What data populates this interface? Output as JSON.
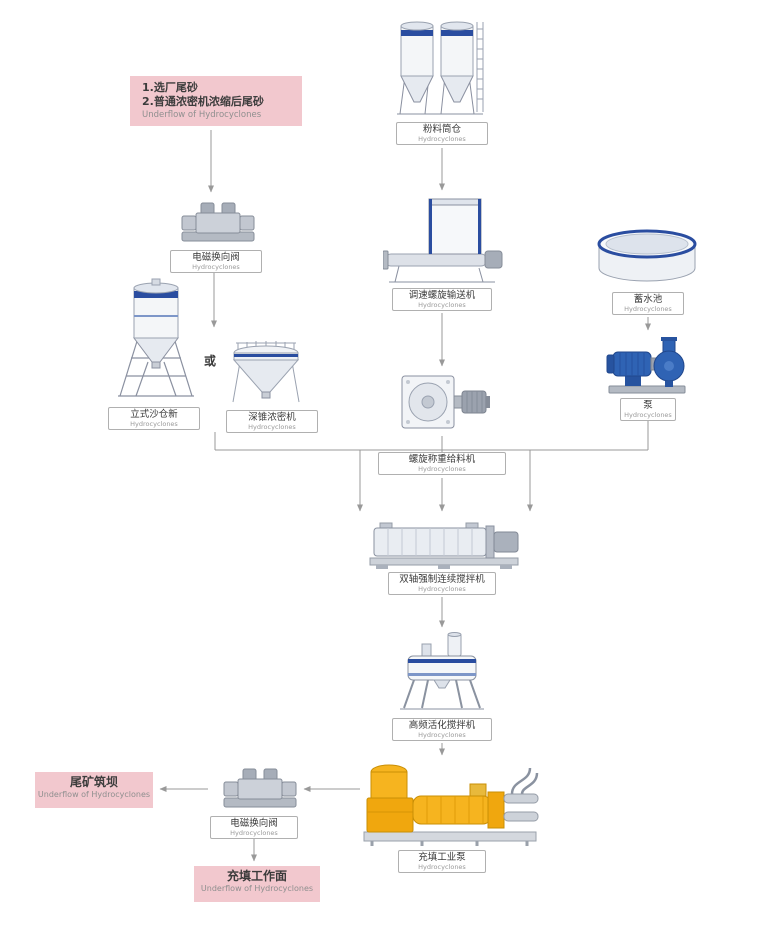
{
  "source_box": {
    "line1": "1.选厂尾砂",
    "line2": "2.普通浓密机浓缩后尾砂",
    "subtitle": "Underflow of Hydrocyclones"
  },
  "or_text": "或",
  "nodes": {
    "powder_silo": {
      "label": "粉料筒仓",
      "sub": "Hydrocyclones"
    },
    "solenoid_valve_1": {
      "label": "电磁换向阀",
      "sub": "Hydrocyclones"
    },
    "vertical_silo": {
      "label": "立式沙仓新",
      "sub": "Hydrocyclones"
    },
    "deep_cone_thickener": {
      "label": "深锥浓密机",
      "sub": "Hydrocyclones"
    },
    "screw_conveyor": {
      "label": "调速螺旋输送机",
      "sub": "Hydrocyclones"
    },
    "water_pool": {
      "label": "蓄水池",
      "sub": "Hydrocyclones"
    },
    "pump": {
      "label": "泵",
      "sub": "Hydrocyclones"
    },
    "weigh_feeder": {
      "label": "螺旋称重给料机",
      "sub": "Hydrocyclones"
    },
    "twin_shaft_mixer": {
      "label": "双轴强制连续搅拌机",
      "sub": "Hydrocyclones"
    },
    "hf_mixer": {
      "label": "高频活化搅拌机",
      "sub": "Hydrocyclones"
    },
    "filling_pump": {
      "label": "充填工业泵",
      "sub": "Hydrocyclones"
    },
    "solenoid_valve_2": {
      "label": "电磁换向阀",
      "sub": "Hydrocyclones"
    }
  },
  "end_boxes": {
    "tailings_dam": {
      "title": "尾矿筑坝",
      "subtitle": "Underflow of Hydrocyclones"
    },
    "filling_workface": {
      "title": "充填工作面",
      "subtitle": "Underflow of Hydrocyclones"
    }
  },
  "colors": {
    "pink_bg": "#f2c8ce",
    "label_border": "#b0b0b0",
    "arrow": "#999999",
    "accent_blue": "#2a4da0",
    "machine_yellow": "#f2ac17"
  }
}
